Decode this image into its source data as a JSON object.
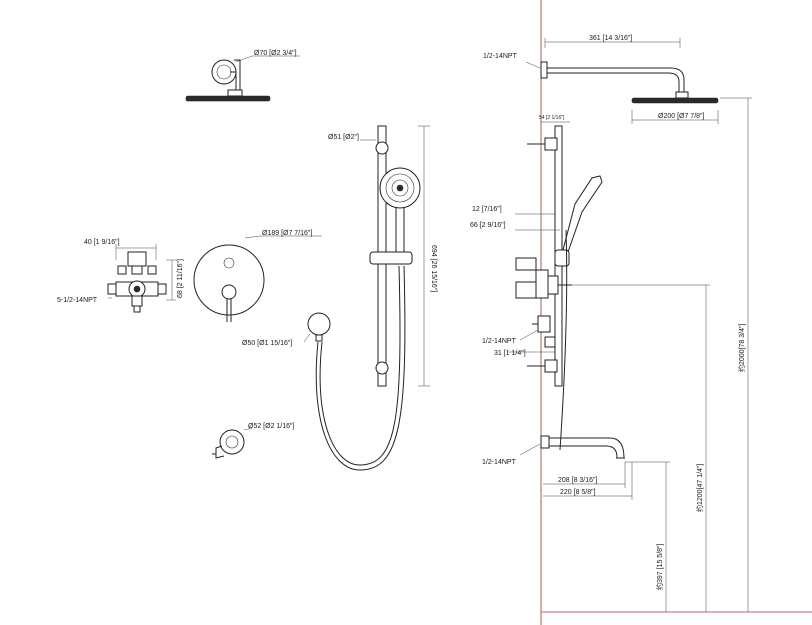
{
  "colors": {
    "line": "#222222",
    "wall_line": "#a03030",
    "background": "#ffffff"
  },
  "labels": {
    "shower_head_diameter": "Ø70 [Ø2 3/4\"]",
    "holder_diameter": "Ø51 [Ø2\"]",
    "trim_diameter": "Ø189 [Ø7 7/16\"]",
    "valve_width": "40 [1 9/16\"]",
    "valve_height": "68 [2 11/16\"]",
    "valve_inlets": "5-1/2-14NPT",
    "slide_bar_length": "694 [26 15/16\"]",
    "elbow_diameter": "Ø50 [Ø1 15/16\"]",
    "spout_diameter": "Ø52 [Ø2 1/16\"]",
    "arm_npt": "1/2-14NPT",
    "arm_length": "361 [14 3/16\"]",
    "head_diameter": "Ø200 [Ø7 7/8\"]",
    "small_offset": "54 [2 1/16\"]",
    "depth_12": "12 [7/16\"]",
    "depth_66": "66 [2 9/16\"]",
    "outlet_npt": "1/2-14NPT",
    "outlet_depth": "31 [1 1/4\"]",
    "spout_npt": "1/2-14NPT",
    "spout_reach_208": "208 [8 3/16\"]",
    "spout_reach_220": "220 [8 5/8\"]",
    "height_2000": "约2000[78 3/4\"]",
    "height_1200": "约1200[47 1/4\"]",
    "height_397": "约397 [15 5/8\"]"
  }
}
